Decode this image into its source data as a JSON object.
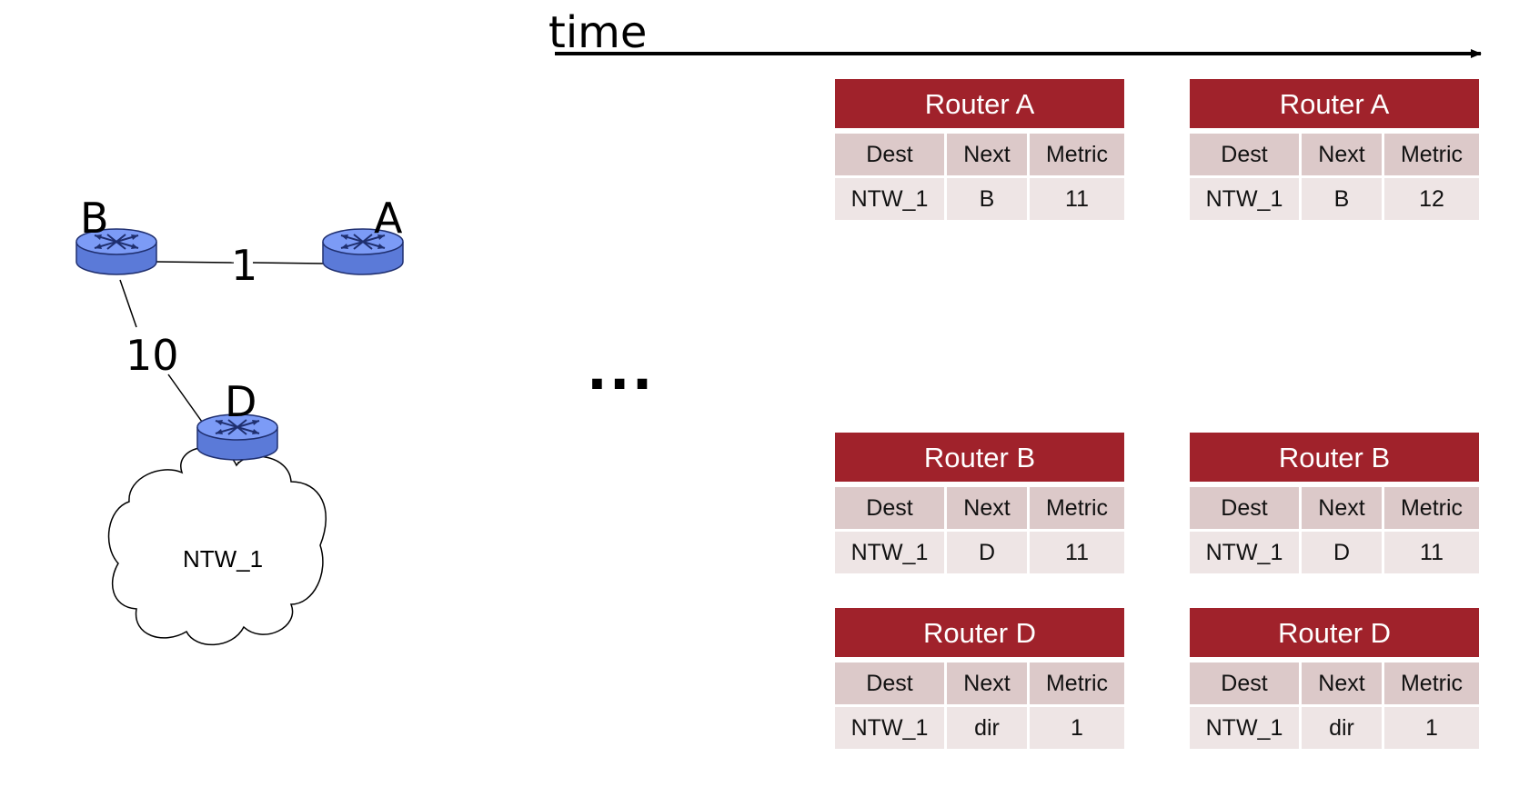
{
  "timeline": {
    "label": "time"
  },
  "ellipsis": "...",
  "topology": {
    "routers": [
      {
        "id": "B",
        "label": "B"
      },
      {
        "id": "A",
        "label": "A"
      },
      {
        "id": "D",
        "label": "D"
      }
    ],
    "links": [
      {
        "from": "B",
        "to": "A",
        "cost": "1"
      },
      {
        "from": "B",
        "to": "D",
        "cost": "10"
      }
    ],
    "network": {
      "label": "NTW_1",
      "attached_to": "D"
    }
  },
  "tables": {
    "headers": [
      "Dest",
      "Next",
      "Metric"
    ],
    "t1": {
      "router_a": {
        "title": "Router A",
        "rows": [
          [
            "NTW_1",
            "B",
            "11"
          ]
        ]
      },
      "router_b": {
        "title": "Router B",
        "rows": [
          [
            "NTW_1",
            "D",
            "11"
          ]
        ]
      },
      "router_d": {
        "title": "Router D",
        "rows": [
          [
            "NTW_1",
            "dir",
            "1"
          ]
        ]
      }
    },
    "t2": {
      "router_a": {
        "title": "Router A",
        "rows": [
          [
            "NTW_1",
            "B",
            "12"
          ]
        ]
      },
      "router_b": {
        "title": "Router B",
        "rows": [
          [
            "NTW_1",
            "D",
            "11"
          ]
        ]
      },
      "router_d": {
        "title": "Router D",
        "rows": [
          [
            "NTW_1",
            "dir",
            "1"
          ]
        ]
      }
    }
  },
  "colors": {
    "table_title_bg": "#a0222b",
    "table_header_bg": "#dcc9c9",
    "table_row_bg": "#eee5e5",
    "router_fill": "#6f8ff0"
  }
}
